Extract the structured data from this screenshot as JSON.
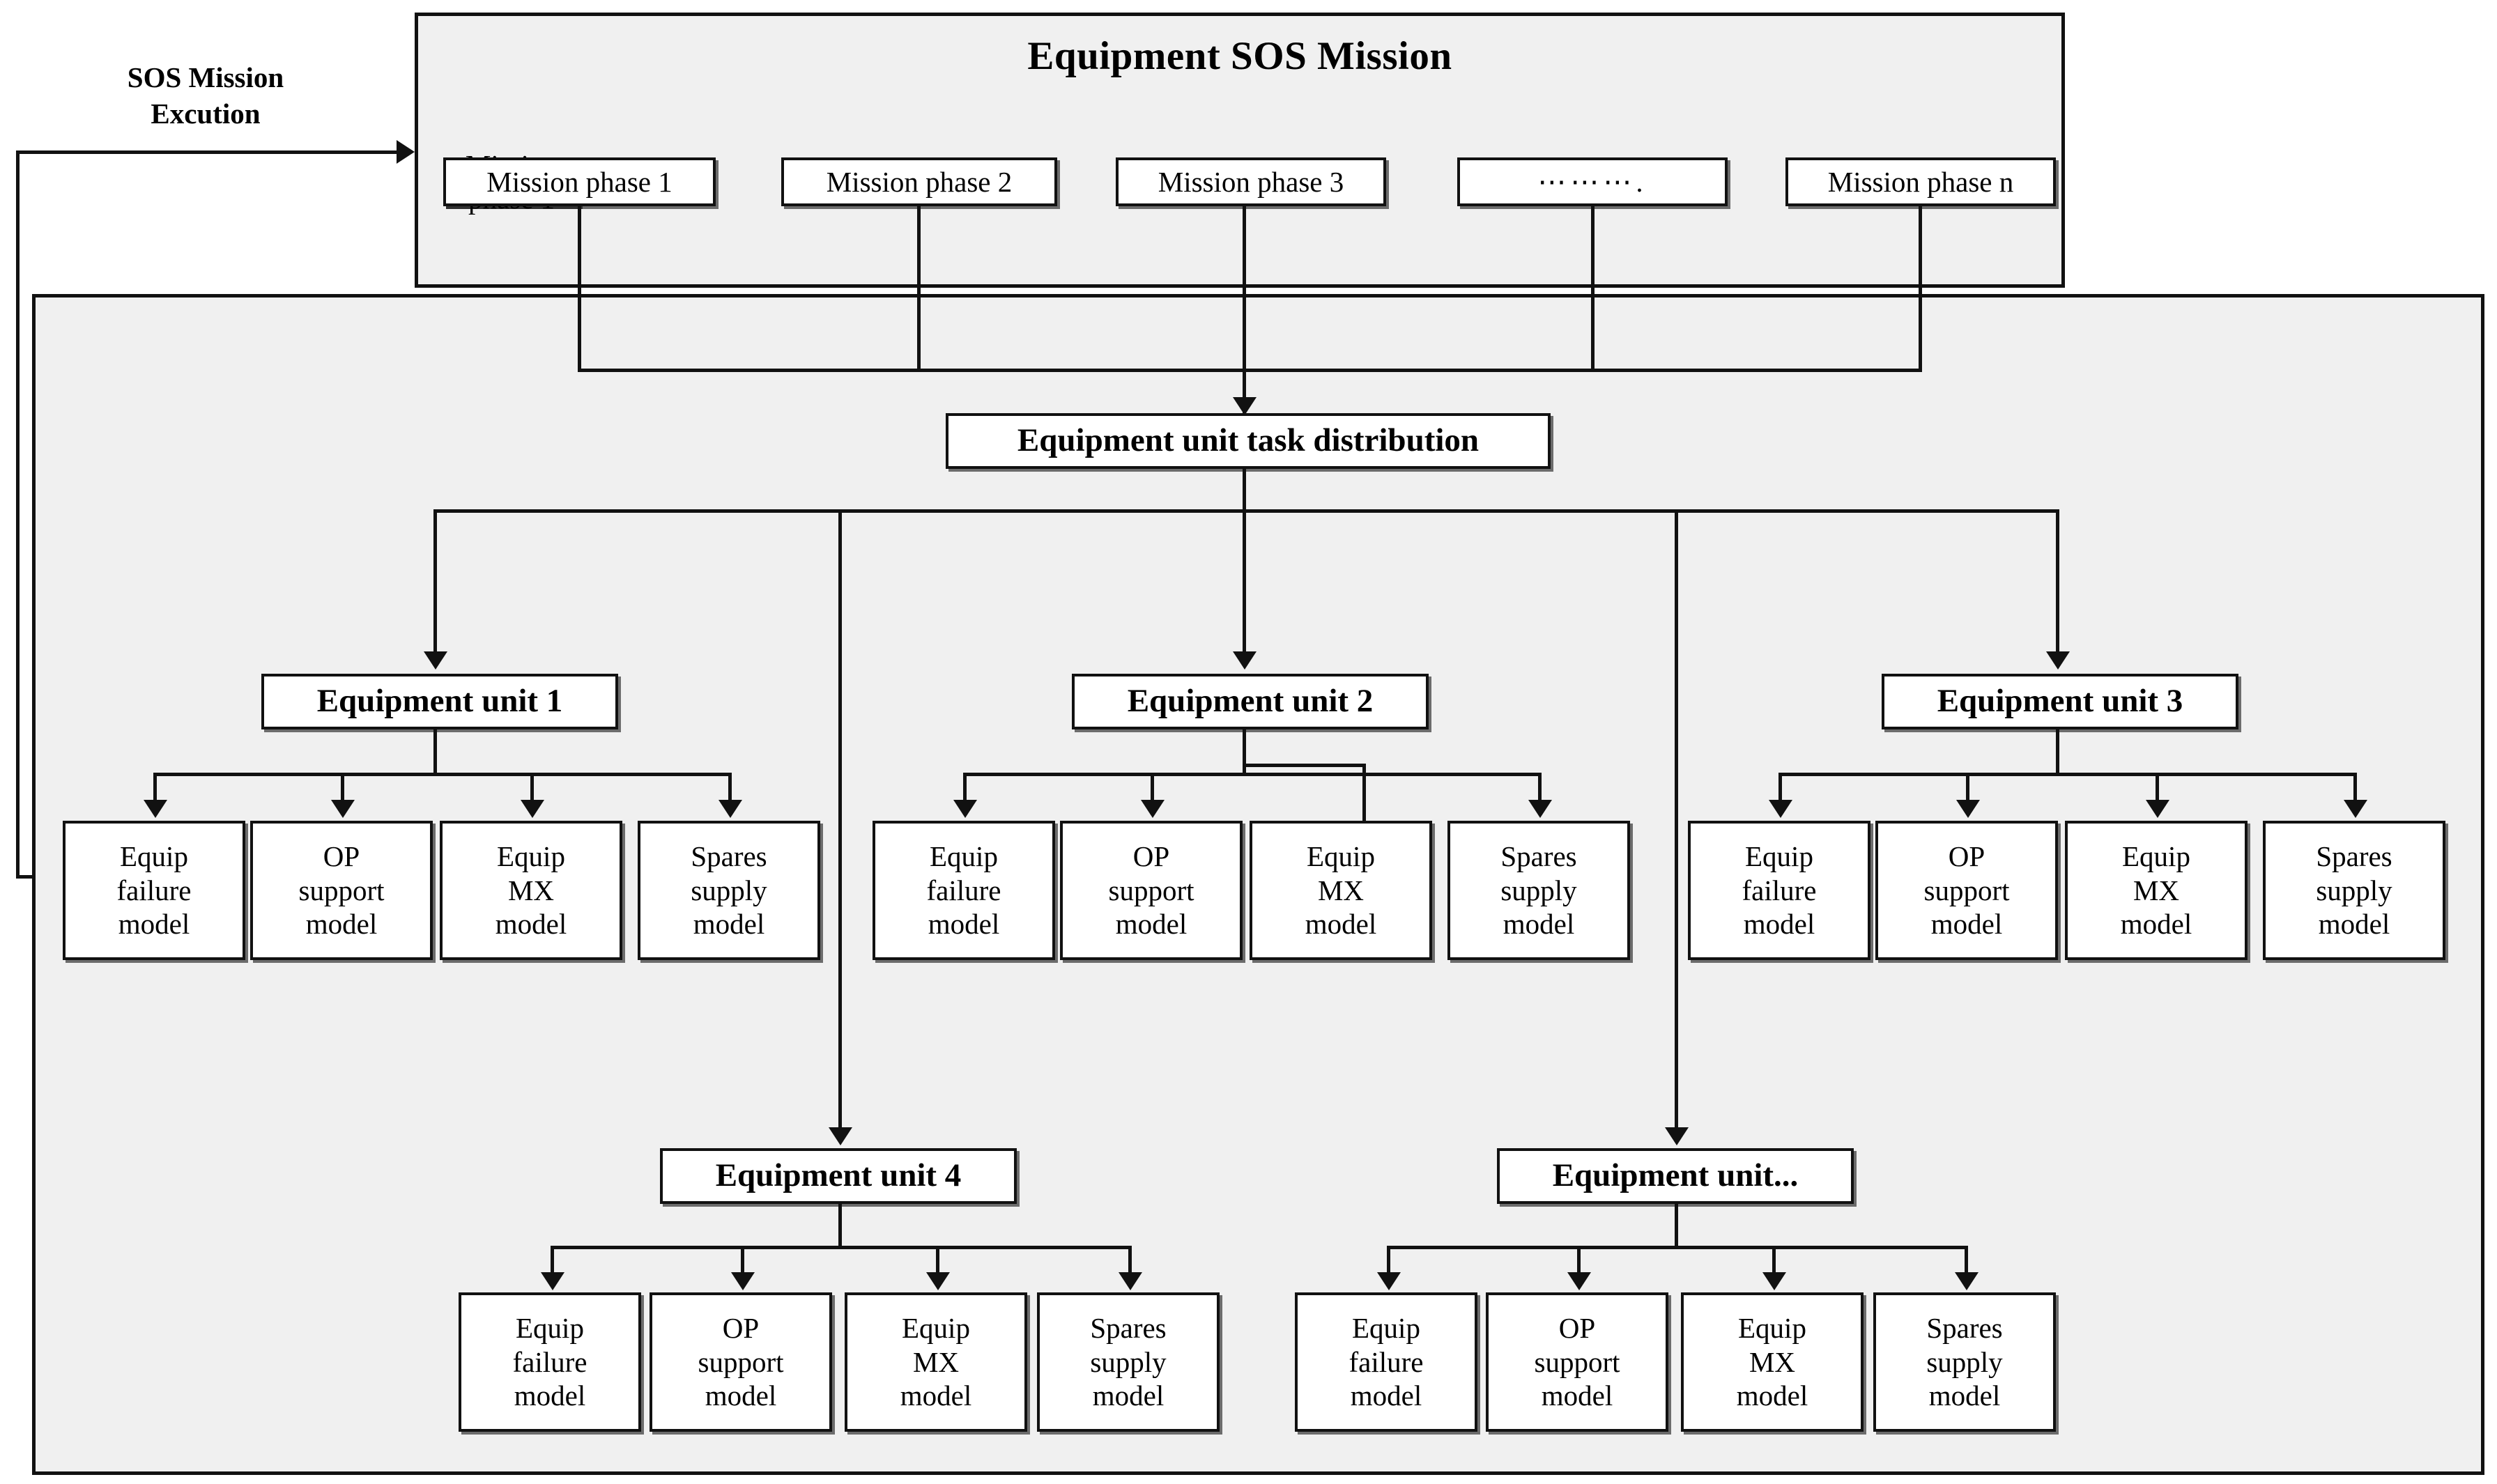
{
  "diagram": {
    "title_label": "SOS Mission\nExcution",
    "sos_label_line1": "SOS Mission",
    "sos_label_line2": "Excution"
  },
  "mission_section": {
    "title": "Equipment SOS Mission",
    "phases": [
      {
        "label": "Mission phase 1"
      },
      {
        "label": "Mission phase 2"
      },
      {
        "label": "Mission phase 3"
      },
      {
        "label": "⋯⋯⋯."
      },
      {
        "label": "Mission phase n"
      }
    ]
  },
  "unit_section": {
    "hub": {
      "label": "Equipment unit task distribution"
    },
    "model_labels": {
      "failure": "Equip\nfailure\nmodel",
      "op_support": "OP\nsupport\nmodel",
      "mx": "Equip\nMX\nmodel",
      "spares": "Spares\nsupply\nmodel"
    },
    "units": [
      {
        "label": "Equipment unit 1",
        "children": [
          "Equip\nfailure\nmodel",
          "OP\nsupport\nmodel",
          "Equip\nMX\nmodel",
          "Spares\nsupply\nmodel"
        ]
      },
      {
        "label": "Equipment unit 2",
        "children": [
          "Equip\nfailure\nmodel",
          "OP\nsupport\nmodel",
          "Equip\nMX\nmodel",
          "Spares\nsupply\nmodel"
        ]
      },
      {
        "label": "Equipment unit 3",
        "children": [
          "Equip\nfailure\nmodel",
          "OP\nsupport\nmodel",
          "Equip\nMX\nmodel",
          "Spares\nsupply\nmodel"
        ]
      },
      {
        "label": "Equipment unit 4",
        "children": [
          "Equip\nfailure\nmodel",
          "OP\nsupport\nmodel",
          "Equip\nMX\nmodel",
          "Spares\nsupply\nmodel"
        ]
      },
      {
        "label": "Equipment unit...",
        "children": [
          "Equip\nfailure\nmodel",
          "OP\nsupport\nmodel",
          "Equip\nMX\nmodel",
          "Spares\nsupply\nmodel"
        ]
      }
    ]
  },
  "colors": {
    "container_fill": "#f0f0f0",
    "node_fill": "#ffffff",
    "stroke": "#111111",
    "page_background": "#ffffff"
  }
}
